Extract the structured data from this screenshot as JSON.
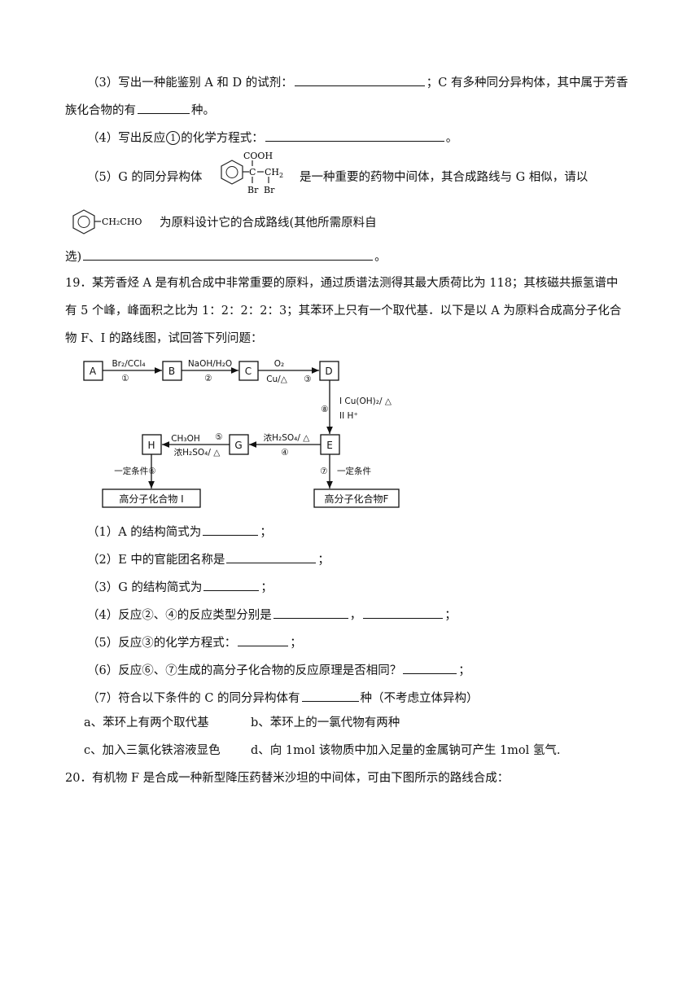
{
  "q18_part3": {
    "line1_a": "（3）写出一种能鉴别 A 和 D 的试剂：",
    "line1_b": "；C 有多种同分异构体，其中属于芳香",
    "line2_a": "族化合物的有",
    "line2_b": "种。"
  },
  "q18_part4": {
    "a": "（4）写出反应",
    "circ": "1",
    "b": "的化学方程式：",
    "c": "。"
  },
  "q18_part5": {
    "a": "（5）G 的同分异构体",
    "b": "是一种重要的药物中间体，其合成路线与 G 相似，请以",
    "c": "为原料设计它的合成路线(其他所需原料自",
    "d": "选)",
    "e": "。",
    "struct_g": {
      "cooh": "COOH",
      "c": "C",
      "ch2": "CH",
      "ch2_sub": "2",
      "br1": "Br",
      "br2": "Br"
    },
    "struct_start": {
      "label": "CH₂CHO"
    }
  },
  "q19": {
    "line1": "19．某芳香烃 A 是有机合成中非常重要的原料，通过质谱法测得其最大质荷比为 118；其核磁共振氢谱中",
    "line2": "有 5 个峰，峰面积之比为 1：2：2：2：3；其苯环上只有一个取代基．以下是以 A 为原料合成高分子化合",
    "line3": "物 F、I 的路线图，试回答下列问题："
  },
  "scheme": {
    "nodes": {
      "A": "A",
      "B": "B",
      "C": "C",
      "D": "D",
      "E": "E",
      "G": "G",
      "H": "H"
    },
    "r1_top": "Br₂/CCl₄",
    "r1_num": "①",
    "r2_top": "NaOH/H₂O",
    "r2_num": "②",
    "r3_top": "O₂",
    "r3_bot": "Cu/△",
    "r3_num": "③",
    "r8_num": "⑧",
    "r8_line1": "I  Cu(OH)₂/ △",
    "r8_line2": "II  H⁺",
    "r4_top": "浓H₂SO₄/ △",
    "r4_num": "④",
    "r5_top": "CH₃OH",
    "r5_num": "⑤",
    "r5_bot": "浓H₂SO₄/ △",
    "r6_label": "一定条件⑥",
    "r7_num": "⑦",
    "r7_label": "一定条件",
    "product_I": "高分子化合物 I",
    "product_F": "高分子化合物F"
  },
  "q19_questions": [
    {
      "pre": "（1）A 的结构简式为",
      "post": "；",
      "w": 68
    },
    {
      "pre": "（2）E 中的官能团名称是",
      "post": "；",
      "w": 110
    },
    {
      "pre": "（3）G 的结构简式为",
      "post": "；",
      "w": 68
    },
    {
      "pre": "（4）反应②、④的反应类型分别是",
      "mid": "，",
      "post": "；",
      "w": 92,
      "w2": 98
    },
    {
      "pre": "（5）反应③的化学方程式：",
      "post": "；",
      "w": 62
    },
    {
      "pre": "（6）反应⑥、⑦生成的高分子化合物的反应原理是否相同？",
      "post": "；",
      "w": 66
    },
    {
      "pre": "（7）符合以下条件的 C 的同分异构体有",
      "post": "种（不考虑立体异构）",
      "w": 70
    }
  ],
  "conditions": {
    "a": "a、苯环上有两个取代基",
    "b": "b、苯环上的一氯代物有两种",
    "c": "c、加入三氯化铁溶液显色",
    "d": "d、向 1mol 该物质中加入足量的金属钠可产生 1mol 氢气."
  },
  "q20": {
    "line1": "20．有机物 F 是合成一种新型降压药替米沙坦的中间体，可由下图所示的路线合成："
  }
}
